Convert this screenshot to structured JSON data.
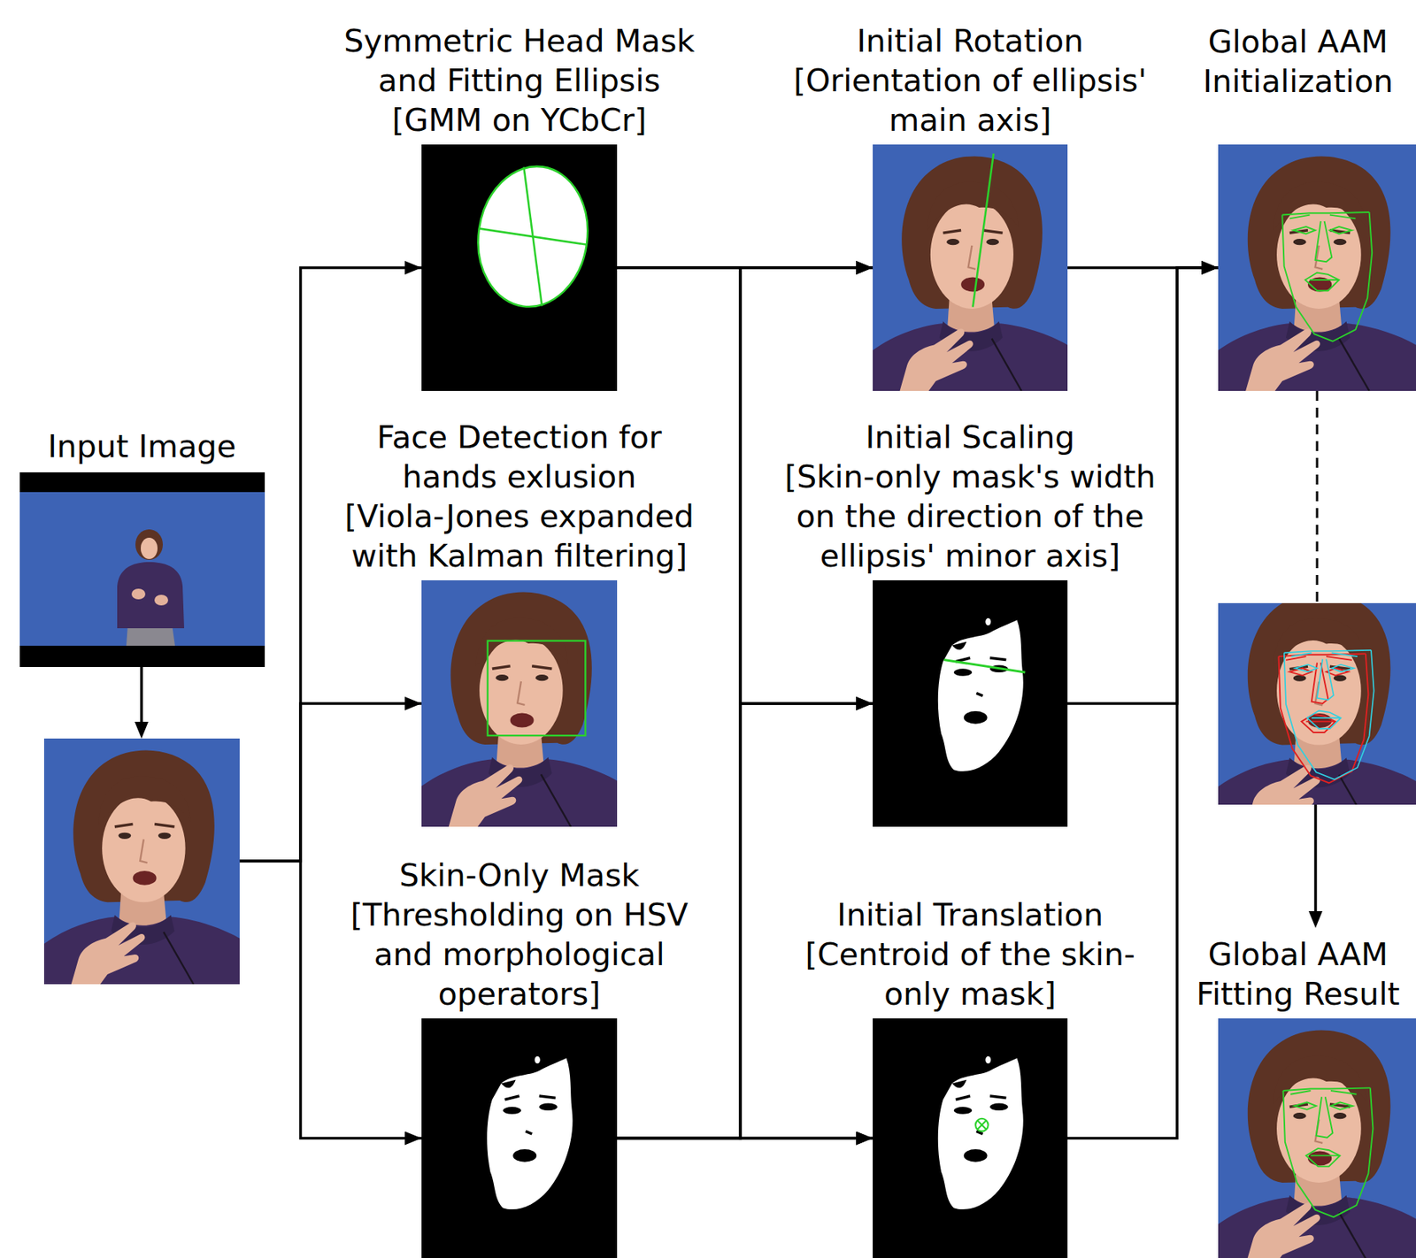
{
  "diagram": {
    "nodes": [
      {
        "text": [
          "Input Image"
        ]
      },
      {
        "text": [
          "Symmetric Head Mask and Fitting Ellipsis",
          "[GMM on YCbCr]"
        ]
      },
      {
        "text": [
          "Face Detection for hands exlusion",
          "[Viola-Jones expanded with Kalman filtering]"
        ]
      },
      {
        "text": [
          "Skin-Only Mask",
          "[Thresholding on HSV and morphological operators]"
        ]
      },
      {
        "text": [
          "Initial Rotation",
          "[Orientation of ellipsis' main axis]"
        ]
      },
      {
        "text": [
          "Initial Scaling",
          "[Skin-only mask's width on the direction of the ellipsis' minor axis]"
        ]
      },
      {
        "text": [
          "Initial Translation",
          "[Centroid of the skin-only mask]"
        ]
      },
      {
        "text": [
          "Global AAM Initialization"
        ]
      },
      {
        "text": [
          "Global AAM Fitting Result"
        ]
      }
    ],
    "edges": [
      {
        "from": 0,
        "to": 1,
        "arrow": "to"
      },
      {
        "from": 0,
        "to": 2,
        "arrow": "to"
      },
      {
        "from": 0,
        "to": 3,
        "arrow": "to"
      },
      {
        "from": 1,
        "to": 4,
        "arrow": "to"
      },
      {
        "from": 1,
        "to": 5,
        "arrow": "to"
      },
      {
        "from": 1,
        "to": 6,
        "arrow": "to"
      },
      {
        "from": 3,
        "to": 4,
        "arrow": "to"
      },
      {
        "from": 3,
        "to": 5,
        "arrow": "to"
      },
      {
        "from": 3,
        "to": 6,
        "arrow": "to"
      },
      {
        "from": 4,
        "to": 7,
        "arrow": "to"
      },
      {
        "from": 5,
        "to": 7,
        "arrow": "to"
      },
      {
        "from": 6,
        "to": 7,
        "arrow": "to"
      },
      {
        "from": 7,
        "to": 8,
        "arrow": "none"
      }
    ]
  }
}
